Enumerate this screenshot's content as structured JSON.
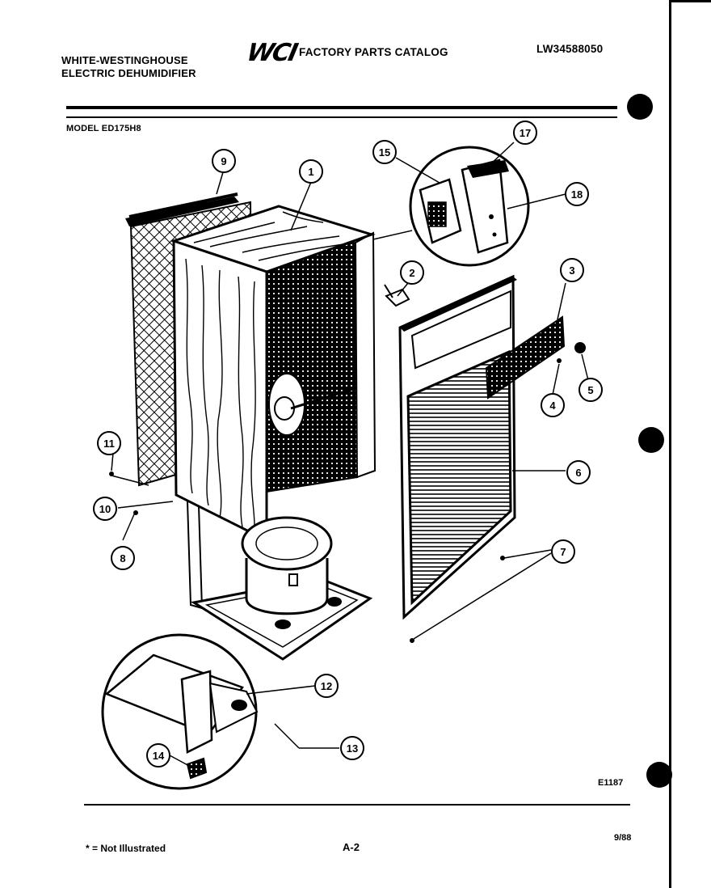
{
  "header": {
    "brand_line1": "WHITE-WESTINGHOUSE",
    "brand_line2": "ELECTRIC DEHUMIDIFIER",
    "logo": "WCI",
    "catalog_title": "FACTORY PARTS CATALOG",
    "catalog_number": "LW34588050",
    "model": "MODEL ED175H8"
  },
  "callouts": [
    "1",
    "2",
    "3",
    "4",
    "5",
    "6",
    "7",
    "8",
    "9",
    "10",
    "11",
    "12",
    "13",
    "14",
    "15",
    "17",
    "18"
  ],
  "footer": {
    "not_illustrated": "* = Not Illustrated",
    "page": "A-2",
    "date": "9/88",
    "figure_code": "E1187"
  }
}
